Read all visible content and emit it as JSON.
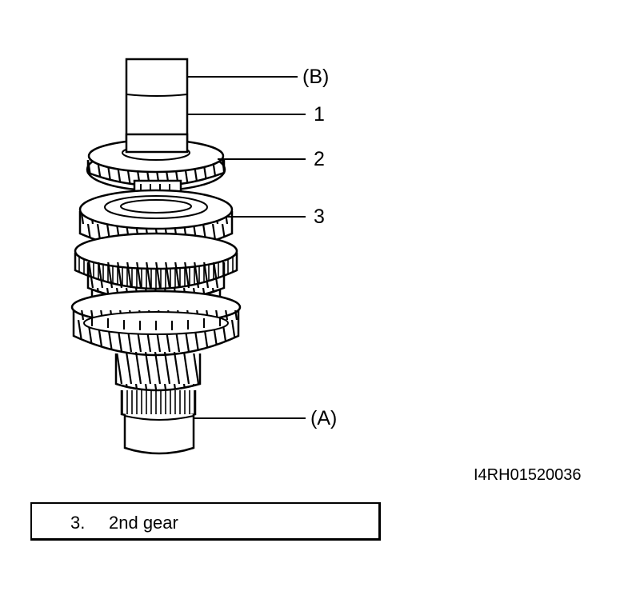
{
  "callouts": {
    "b": "(B)",
    "one": "1",
    "two": "2",
    "three": "3",
    "a": "(A)"
  },
  "drawing_code": "I4RH01520036",
  "legend": {
    "number": "3.",
    "text": "2nd gear"
  }
}
